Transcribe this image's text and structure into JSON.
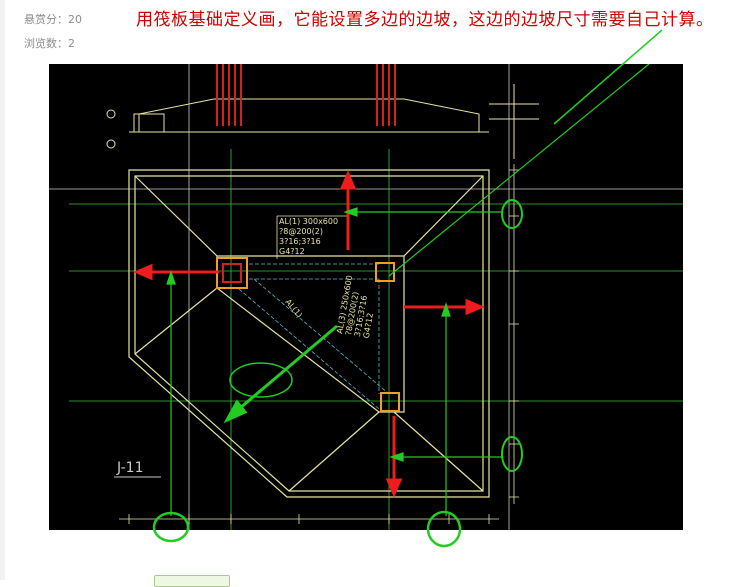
{
  "sidebar": {
    "reward_label": "悬赏分：20",
    "views_label": "浏览数：2"
  },
  "question": {
    "text": "用筏板基础定义画，它能设置多边的边坡，这边的边坡尺寸需要自己计算。"
  },
  "drawing": {
    "title": "J-11",
    "beam_al1": [
      "AL(1) 300x600",
      "?8@200(2)",
      "3?16;3?16",
      "G4?12"
    ],
    "beam_al3": [
      "AL(3) 250x600",
      "?8@200(2)",
      "3?16;3?16",
      "G4?12"
    ],
    "beam_al1_short": "AL(1)"
  },
  "colors": {
    "question_text": "#cc0000",
    "annotation_arrow": "#ee1c1c",
    "annotation_circle": "#22cc22",
    "cad_outline": "#e8e3a0",
    "cad_column": "#f0a020"
  }
}
